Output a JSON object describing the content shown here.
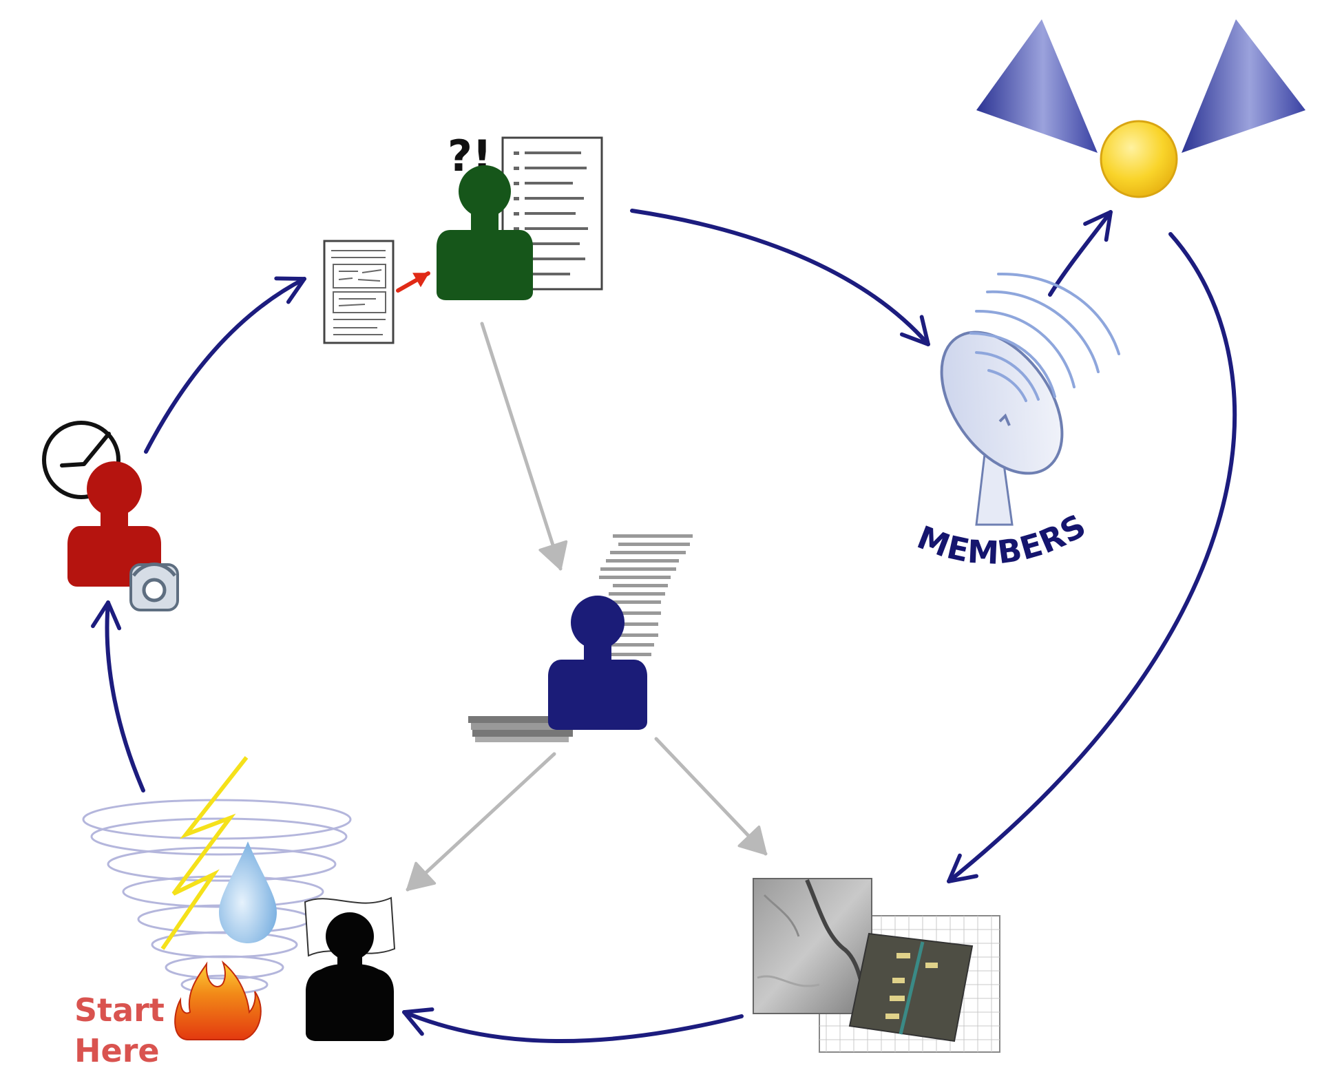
{
  "labels": {
    "start_line1": "Start",
    "start_line2": "Here",
    "members": "MEMBERS",
    "question_exclaim": "?!"
  },
  "colors": {
    "flow_arrow": "#1c1c7e",
    "data_arrow": "#b9b9b9",
    "start_text": "#d9534f",
    "members_text": "#15156e",
    "person_red": "#b5140f",
    "person_green": "#16561a",
    "person_navy": "#1b1c78",
    "person_black": "#050505",
    "lightning": "#f5e11a",
    "water_drop": "#9ec8ee",
    "satellite_panel": "#3f46a6",
    "satellite_body": "#f7cd1f"
  },
  "icons": [
    "hazard-event-icon",
    "observer-clock-phone-icon",
    "report-form-icon",
    "analyst-checklist-icon",
    "forecaster-data-icon",
    "responder-map-icon",
    "imagery-maps-icon",
    "ground-station-icon",
    "satellite-icon"
  ]
}
